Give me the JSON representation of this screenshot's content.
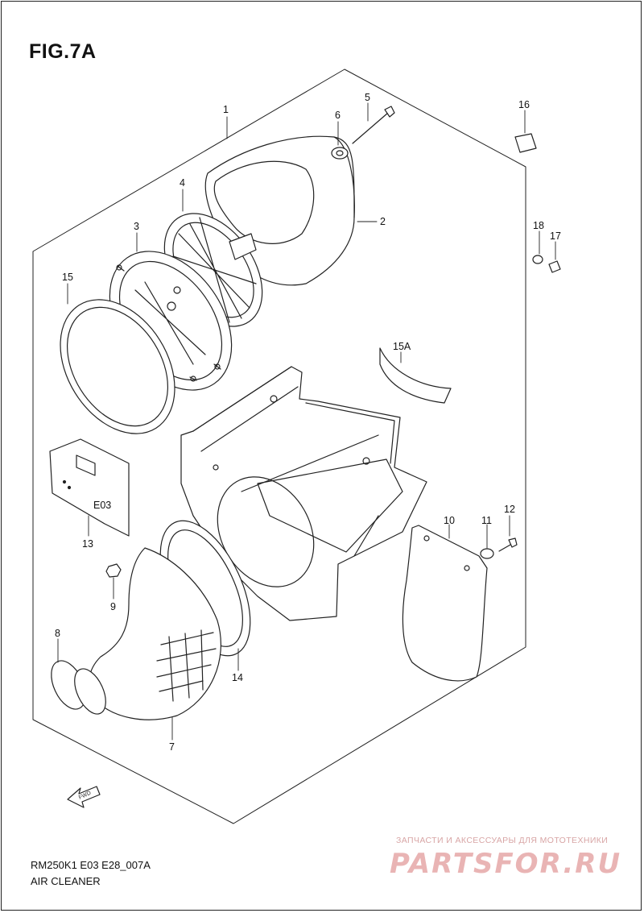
{
  "figure": {
    "title": "FIG.7A"
  },
  "callouts": {
    "p1": "1",
    "p2": "2",
    "p3": "3",
    "p4": "4",
    "p5": "5",
    "p6": "6",
    "p7": "7",
    "p8": "8",
    "p9": "9",
    "p10": "10",
    "p11": "11",
    "p12": "12",
    "p13": "13",
    "p14": "14",
    "p15": "15",
    "p15a": "15A",
    "p16": "16",
    "p17": "17",
    "p18": "18"
  },
  "fwd_label": "FWD",
  "markings": {
    "tray_code": "E03"
  },
  "footer": {
    "code": "RM250K1 E03 E28_007A",
    "name": "AIR CLEANER"
  },
  "watermark": {
    "tagline": "ЗАПЧАСТИ И АКСЕССУАРЫ ДЛЯ МОТОТЕХНИКИ",
    "logo": "PARTSFOR.RU"
  }
}
